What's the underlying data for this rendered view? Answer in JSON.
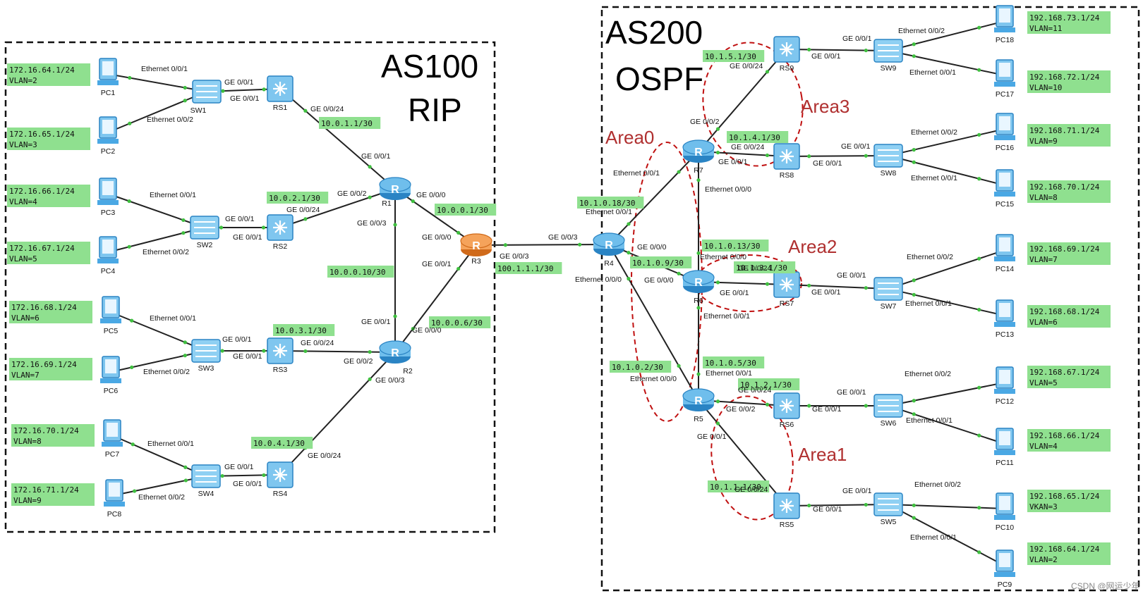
{
  "as100": {
    "title": "AS100",
    "protocol": "RIP"
  },
  "as200": {
    "title": "AS200",
    "protocol": "OSPF"
  },
  "areas": [
    "Area0",
    "Area1",
    "Area2",
    "Area3"
  ],
  "nodes": {
    "PC1": "PC1",
    "PC2": "PC2",
    "PC3": "PC3",
    "PC4": "PC4",
    "PC5": "PC5",
    "PC6": "PC6",
    "PC7": "PC7",
    "PC8": "PC8",
    "SW1": "SW1",
    "SW2": "SW2",
    "SW3": "SW3",
    "SW4": "SW4",
    "RS1": "RS1",
    "RS2": "RS2",
    "RS3": "RS3",
    "RS4": "RS4",
    "R1": "R1",
    "R2": "R2",
    "R3": "R3",
    "R4": "R4",
    "R5": "R5",
    "R6": "R6",
    "R7": "R7",
    "RS5": "RS5",
    "RS6": "RS6",
    "RS7": "RS7",
    "RS8": "RS8",
    "RS9": "RS9",
    "SW5": "SW5",
    "SW6": "SW6",
    "SW7": "SW7",
    "SW8": "SW8",
    "SW9": "SW9",
    "PC9": "PC9",
    "PC10": "PC10",
    "PC11": "PC11",
    "PC12": "PC12",
    "PC13": "PC13",
    "PC14": "PC14",
    "PC15": "PC15",
    "PC16": "PC16",
    "PC17": "PC17",
    "PC18": "PC18"
  },
  "left_pc_labels": [
    [
      "172.16.64.1/24",
      "VLAN=2"
    ],
    [
      "172.16.65.1/24",
      "VLAN=3"
    ],
    [
      "172.16.66.1/24",
      "VLAN=4"
    ],
    [
      "172.16.67.1/24",
      "VLAN=5"
    ],
    [
      "172.16.68.1/24",
      "VLAN=6"
    ],
    [
      "172.16.69.1/24",
      "VLAN=7"
    ],
    [
      "172.16.70.1/24",
      "VLAN=8"
    ],
    [
      "172.16.71.1/24",
      "VLAN=9"
    ]
  ],
  "right_pc_labels": [
    [
      "192.168.73.1/24",
      "VLAN=11"
    ],
    [
      "192.168.72.1/24",
      "VLAN=10"
    ],
    [
      "192.168.71.1/24",
      "VLAN=9"
    ],
    [
      "192.168.70.1/24",
      "VLAN=8"
    ],
    [
      "192.168.69.1/24",
      "VLAN=7"
    ],
    [
      "192.168.68.1/24",
      "VLAN=6"
    ],
    [
      "192.168.67.1/24",
      "VLAN=5"
    ],
    [
      "192.168.66.1/24",
      "VLAN=4"
    ],
    [
      "192.168.65.1/24",
      "VKAN=3"
    ],
    [
      "192.168.64.1/24",
      "VLAN=2"
    ]
  ],
  "ip_tags": {
    "rs1": "10.0.1.1/30",
    "rs2": "10.0.2.1/30",
    "rs3": "10.0.3.1/30",
    "rs4": "10.0.4.1/30",
    "r1r3": "10.0.0.1/30",
    "r1r2": "10.0.0.10/30",
    "r2r3": "10.0.0.6/30",
    "r3r4": "100.1.1.1/30",
    "r4r7": "10.1.0.18/30",
    "r7r6": "10.1.0.13/30",
    "r4r6": "10.1.0.9/30",
    "r4r5": "10.1.0.2/30",
    "r6r5": "10.1.0.5/30",
    "rs9": "10.1.5.1/30",
    "rs8": "10.1.4.1/30",
    "rs7": "10.1.3.1/30",
    "rs6": "10.1.2.1/30",
    "rs5": "10.1.1.1/30"
  },
  "ports": {
    "e001": "Ethernet 0/0/1",
    "e002": "Ethernet 0/0/2",
    "e000": "Ethernet 0/0/0",
    "g001": "GE 0/0/1",
    "g002": "GE 0/0/2",
    "g003": "GE 0/0/3",
    "g000": "GE 0/0/0",
    "g0024": "GE 0/0/24"
  },
  "watermark": "CSDN @网运少年"
}
